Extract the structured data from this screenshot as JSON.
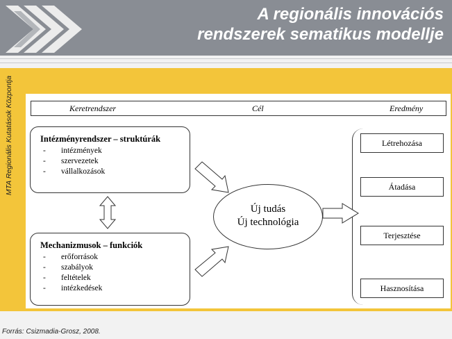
{
  "header": {
    "title_line1": "A regionális innovációs",
    "title_line2": "rendszerek sematikus modellje"
  },
  "side_label": "MTA Regionális Kutatások Központja",
  "source": "Forrás: Csizmadia-Grosz, 2008.",
  "diagram": {
    "columns": [
      "Keretrendszer",
      "Cél",
      "Eredmény"
    ],
    "top_box": {
      "heading": "Intézményrendszer – struktúrák",
      "items": [
        "intézmények",
        "szervezetek",
        "vállalkozások"
      ]
    },
    "bottom_box": {
      "heading": "Mechanizmusok – funkciók",
      "items": [
        "erőforrások",
        "szabályok",
        "feltételek",
        "intézkedések"
      ]
    },
    "center": {
      "line1": "Új tudás",
      "line2": "Új technológia"
    },
    "results": [
      "Létrehozása",
      "Átadása",
      "Terjesztése",
      "Hasznosítása"
    ]
  },
  "colors": {
    "header": "#898d94",
    "band": "#f3c53a",
    "background": "#f2f2f2"
  }
}
